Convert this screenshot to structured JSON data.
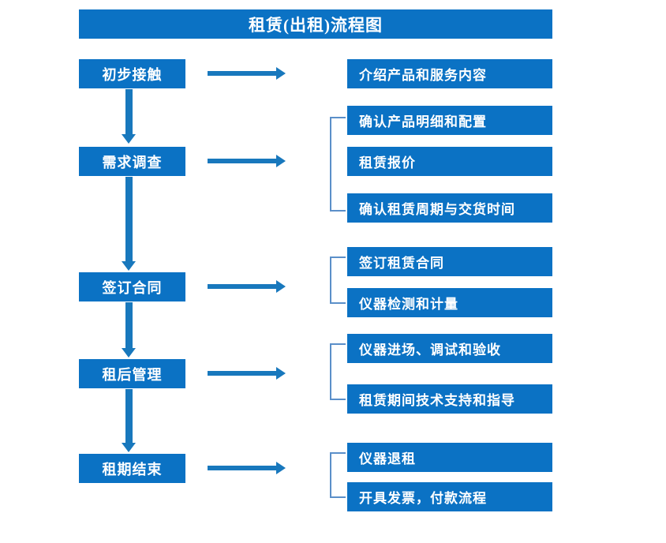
{
  "title": "租赁(出租)流程图",
  "colors": {
    "box_fill": "#0b72c4",
    "box_text": "#ffffff",
    "arrow": "#1878bd",
    "bracket": "#5b8fc9",
    "background": "#ffffff"
  },
  "flow": {
    "stages": [
      {
        "id": "stage-1",
        "label": "初步接触"
      },
      {
        "id": "stage-2",
        "label": "需求调查"
      },
      {
        "id": "stage-3",
        "label": "签订合同"
      },
      {
        "id": "stage-4",
        "label": "租后管理"
      },
      {
        "id": "stage-5",
        "label": "租期结束"
      }
    ],
    "details": [
      {
        "id": "detail-1",
        "label": "介绍产品和服务内容",
        "stage": "初步接触",
        "grouped": false
      },
      {
        "id": "detail-2",
        "label": "确认产品明细和配置",
        "stage": "需求调查",
        "grouped": true
      },
      {
        "id": "detail-3",
        "label": "租赁报价",
        "stage": "需求调查",
        "grouped": true
      },
      {
        "id": "detail-4",
        "label": "确认租赁周期与交货时间",
        "stage": "需求调查",
        "grouped": true
      },
      {
        "id": "detail-5",
        "label": "签订租赁合同",
        "stage": "签订合同",
        "grouped": true
      },
      {
        "id": "detail-6",
        "label": "仪器检测和计量",
        "stage": "签订合同",
        "grouped": true
      },
      {
        "id": "detail-7",
        "label": "仪器进场、调试和验收",
        "stage": "租后管理",
        "grouped": true
      },
      {
        "id": "detail-8",
        "label": "租赁期间技术支持和指导",
        "stage": "租后管理",
        "grouped": true
      },
      {
        "id": "detail-9",
        "label": "仪器退租",
        "stage": "租期结束",
        "grouped": true
      },
      {
        "id": "detail-10",
        "label": "开具发票，付款流程",
        "stage": "租期结束",
        "grouped": true
      }
    ],
    "connectors": {
      "vertical_arrow_count": 4,
      "horizontal_arrow_count": 5,
      "bracket_count": 4
    }
  }
}
